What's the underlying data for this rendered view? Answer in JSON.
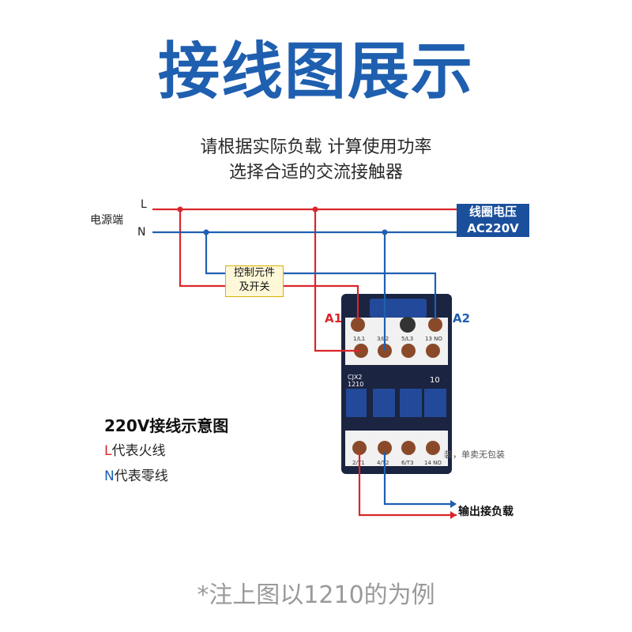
{
  "title": "接线图展示",
  "subtitle_line1": "请根据实际负载 计算使用功率",
  "subtitle_line2": "选择合适的交流接触器",
  "source": {
    "label": "电源端",
    "l": "L",
    "n": "N"
  },
  "coil": {
    "line1": "线圈电压",
    "line2": "AC220V"
  },
  "control": {
    "line1": "控制元件",
    "line2": "及开关"
  },
  "terminals": {
    "a1": "A1",
    "a2": "A2"
  },
  "contactor": {
    "top_labels": [
      "1/L1",
      "3/L2",
      "5/L3",
      "13 NO"
    ],
    "model_line1": "CJX2",
    "model_line2": "1210",
    "aux": "10",
    "bottom_labels": [
      "2/T1",
      "4/T2",
      "6/T3",
      "14 NO"
    ]
  },
  "legend": {
    "title": "220V接线示意图",
    "l_letter": "L",
    "l_text": "代表火线",
    "n_letter": "N",
    "n_text": "代表零线"
  },
  "package_note": "装，单卖无包装",
  "output_label": "输出接负载",
  "footnote": "*注上图以1210的为例",
  "colors": {
    "live": "#d9262a",
    "neutral": "#1f5fb0",
    "title": "#1f5fb0",
    "body": "#1b2440"
  }
}
